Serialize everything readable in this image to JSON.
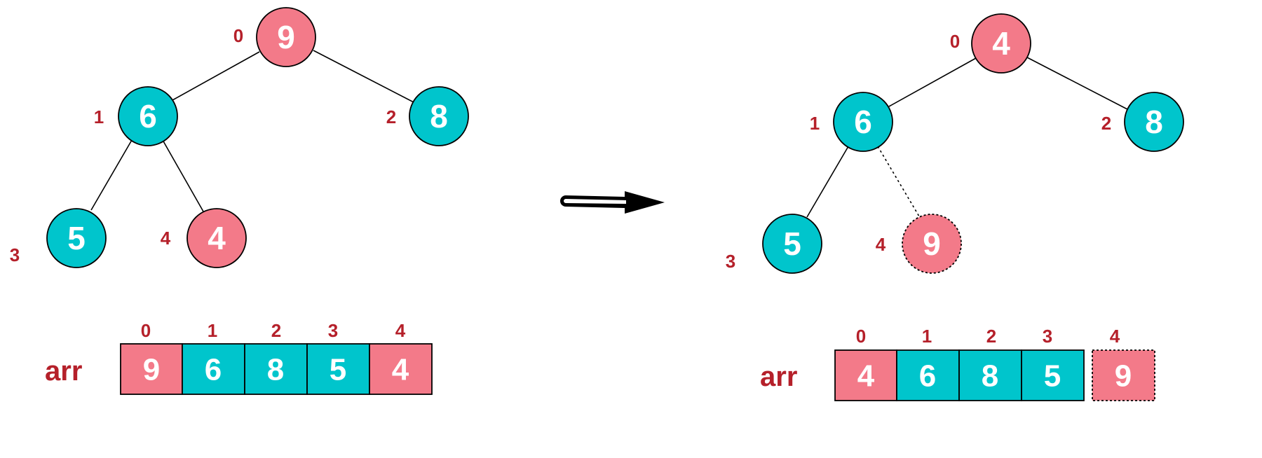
{
  "colors": {
    "pink": "#f37a89",
    "teal": "#00c5cc",
    "label_red": "#b5202a",
    "line": "#000000"
  },
  "left": {
    "nodes": [
      {
        "index": "0",
        "value": "9",
        "color": "pink"
      },
      {
        "index": "1",
        "value": "6",
        "color": "teal"
      },
      {
        "index": "2",
        "value": "8",
        "color": "teal"
      },
      {
        "index": "3",
        "value": "5",
        "color": "teal"
      },
      {
        "index": "4",
        "value": "4",
        "color": "pink"
      }
    ],
    "array": {
      "label": "arr",
      "indices": [
        "0",
        "1",
        "2",
        "3",
        "4"
      ],
      "values": [
        "9",
        "6",
        "8",
        "5",
        "4"
      ]
    }
  },
  "arrow": {
    "icon": "right-arrow-icon"
  },
  "right": {
    "nodes": [
      {
        "index": "0",
        "value": "4",
        "color": "pink"
      },
      {
        "index": "1",
        "value": "6",
        "color": "teal"
      },
      {
        "index": "2",
        "value": "8",
        "color": "teal"
      },
      {
        "index": "3",
        "value": "5",
        "color": "teal"
      },
      {
        "index": "4",
        "value": "9",
        "color": "pink",
        "dotted": true
      }
    ],
    "array": {
      "label": "arr",
      "indices": [
        "0",
        "1",
        "2",
        "3",
        "4"
      ],
      "values": [
        "4",
        "6",
        "8",
        "5",
        "9"
      ],
      "dotted_last": true
    }
  }
}
